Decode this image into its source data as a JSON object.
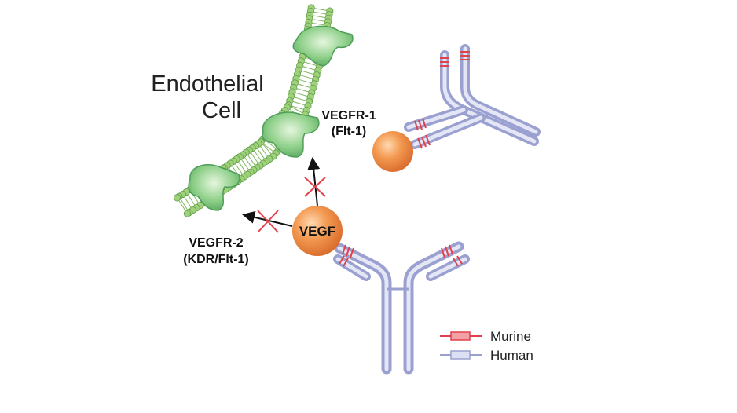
{
  "cell": {
    "line1": "Endothelial",
    "line2": "Cell"
  },
  "receptors": {
    "vegfr1": {
      "line1": "VEGFR-1",
      "line2": "(Flt-1)"
    },
    "vegfr2": {
      "line1": "VEGFR-2",
      "line2": "(KDR/Flt-1)"
    }
  },
  "vegf": {
    "label": "VEGF"
  },
  "legend": {
    "murine": "Murine",
    "human": "Human"
  },
  "colors": {
    "membrane": "#9fd07a",
    "receptor": "#6fbf73",
    "vegf": "#f08a3c",
    "human": "#b9bde3",
    "murine": "#e0424c",
    "block": "#e0424c"
  },
  "icons": {
    "block": "x-mark-icon"
  }
}
